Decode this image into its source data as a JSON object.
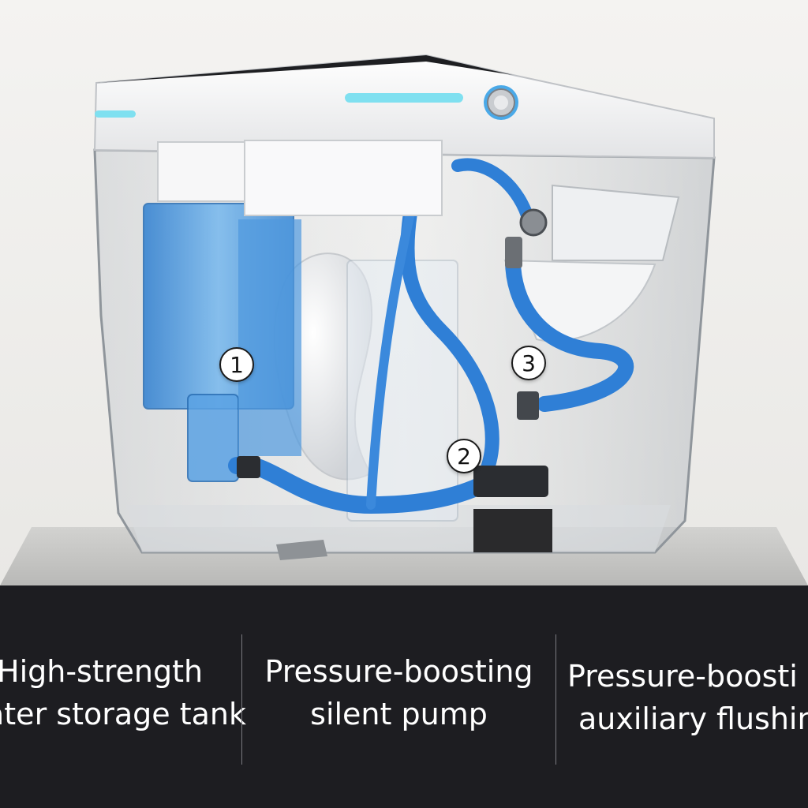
{
  "markers": [
    "1",
    "2",
    "3"
  ],
  "captions": [
    {
      "line1": "High-strength",
      "line2": "ater storage tank"
    },
    {
      "line1": "Pressure-boosting",
      "line2": "silent pump"
    },
    {
      "line1": "Pressure-boosti",
      "line2": "auxiliary flushin"
    }
  ],
  "colors": {
    "caption_bar": "#1d1d21",
    "caption_text": "#ffffff",
    "water_blue": "#3f8fd8",
    "indicator_light": "#7fe0f0"
  }
}
